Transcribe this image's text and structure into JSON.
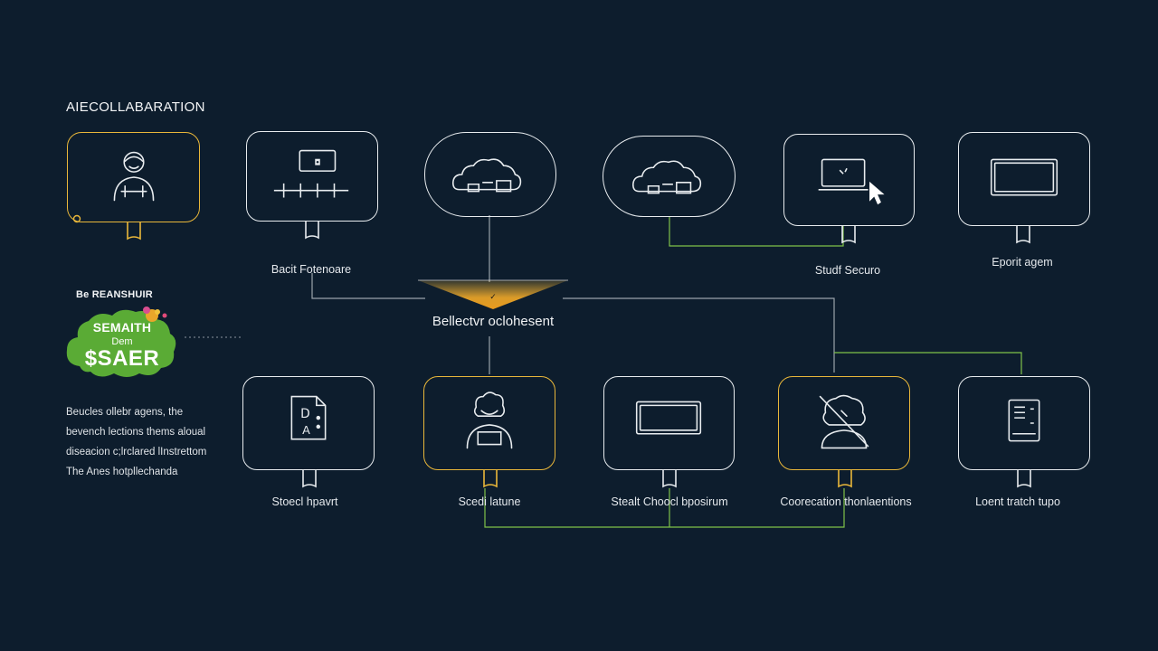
{
  "title": "AIECOLLABARATION",
  "hub": {
    "label": "Bellectvr oclohesent"
  },
  "top_nodes": [
    {
      "name": "person-agent",
      "icon": "person-icon",
      "label": ""
    },
    {
      "name": "monitor-panel",
      "icon": "monitor-network-icon",
      "label": "Bacit Fotenoare"
    },
    {
      "name": "cloud-left",
      "icon": "cloud-icon",
      "label": ""
    },
    {
      "name": "cloud-right",
      "icon": "cloud-icon",
      "label": ""
    },
    {
      "name": "laptop-cursor",
      "icon": "laptop-cursor-icon",
      "label": "Studf Securo"
    },
    {
      "name": "screen-panel",
      "icon": "screen-icon",
      "label": "Eporit agem"
    }
  ],
  "bottom_nodes": [
    {
      "name": "document-node",
      "icon": "document-icon",
      "label": "Stoecl hpavrt"
    },
    {
      "name": "agent-node",
      "icon": "agent-icon",
      "label": "Scedi latune"
    },
    {
      "name": "display-node",
      "icon": "display-icon",
      "label": "Stealt Choocl bposirum"
    },
    {
      "name": "blocked-node",
      "icon": "blocked-agent-icon",
      "label": "Coorecation thonlaentions"
    },
    {
      "name": "server-node",
      "icon": "server-icon",
      "label": "Loent tratch tupo"
    }
  ],
  "sidebar": {
    "heading": "Be REANSHUIR",
    "badge": {
      "line1": "SEMAITH",
      "line2": "Dem",
      "line3": "$SAER"
    },
    "body": [
      "Beucles ollebr agens, the",
      "bevench lections thems aloual",
      "diseacion c;lrclared lInstrettom",
      "The Anes hotpllechanda"
    ]
  },
  "colors": {
    "background": "#0d1d2d",
    "node_outline": "#e8ecef",
    "highlight": "#e9b73a",
    "connector_green": "#7fc24a",
    "connector_gray": "#9aa3ab",
    "badge_green": "#5aab35"
  }
}
